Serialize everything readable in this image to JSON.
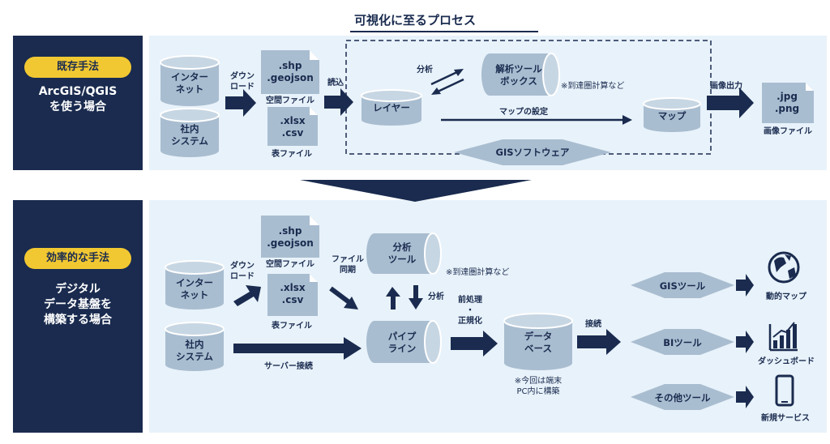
{
  "title": "可視化に至るプロセス",
  "top_section": {
    "badge": "既存手法",
    "side_label": "ArcGIS/QGIS\nを使う場合",
    "internet": "インター\nネット",
    "internal_system": "社内\nシステム",
    "download_label": "ダウン\nロード",
    "spatial_file_doc": ".shp\n.geojson",
    "spatial_file_label": "空間ファイル",
    "table_file_doc": ".xlsx\n.csv",
    "table_file_label": "表ファイル",
    "read_label": "読込",
    "layer": "レイヤー",
    "analysis_label": "分析",
    "analysis_toolbox": "解析ツール\nボックス",
    "analysis_note": "※到達圏計算など",
    "map_settings_label": "マップの設定",
    "map": "マップ",
    "gis_software": "GISソフトウェア",
    "image_output_label": "画像出力",
    "image_file_doc": ".jpg\n.png",
    "image_file_label": "画像ファイル"
  },
  "bottom_section": {
    "badge": "効率的な手法",
    "side_label": "デジタル\nデータ基盤を\n構築する場合",
    "internet": "インター\nネット",
    "internal_system": "社内\nシステム",
    "download_label": "ダウン\nロード",
    "spatial_file_doc": ".shp\n.geojson",
    "spatial_file_label": "空間ファイル",
    "table_file_doc": ".xlsx\n.csv",
    "table_file_label": "表ファイル",
    "file_sync_label": "ファイル\n同期",
    "analysis_tool": "分析\nツール",
    "analysis_note": "※到達圏計算など",
    "analysis_label": "分析",
    "server_connection_label": "サーバー接続",
    "pipeline": "パイプ\nライン",
    "preprocess_label": "前処理\n・\n正規化",
    "database": "データ\nベース",
    "database_note": "※今回は端末\nPC内に構築",
    "connection_label": "接続",
    "gis_tool": "GISツール",
    "bi_tool": "BIツール",
    "other_tool": "その他ツール",
    "dynamic_map_label": "動的マップ",
    "dashboard_label": "ダッシュボード",
    "new_service_label": "新規サービス"
  },
  "icons": {
    "globe": "globe-icon",
    "chart": "bar-chart-icon",
    "phone": "smartphone-icon"
  },
  "colors": {
    "navy": "#1a2b4f",
    "shape_fill": "#a9bdd0",
    "panel_bg": "#e8f2fa",
    "badge": "#f2c832"
  }
}
